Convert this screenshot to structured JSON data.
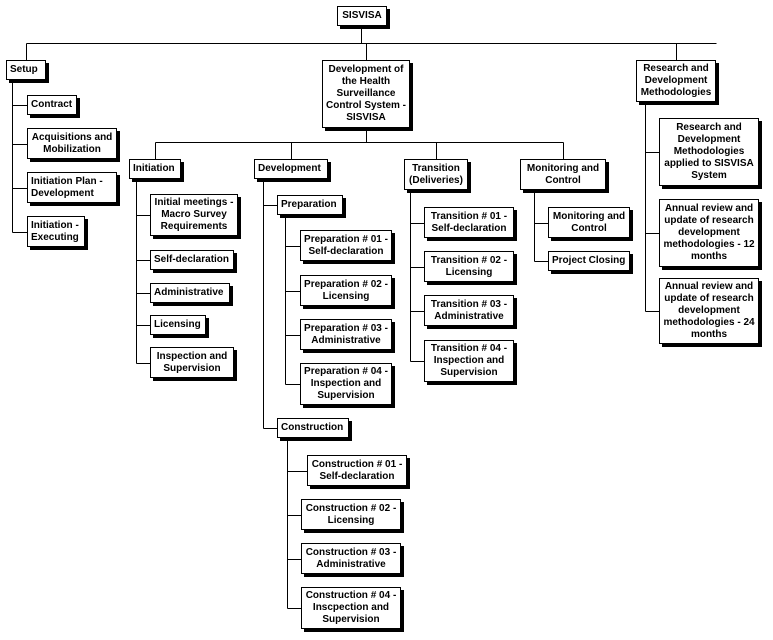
{
  "diagram": {
    "root": "SISVISA",
    "setup": {
      "title": "Setup",
      "items": [
        "Contract",
        "Acquisitions and\nMobilization",
        "Initiation Plan -\nDevelopment",
        "Initiation -\nExecuting"
      ]
    },
    "development_system": "Development of\nthe Health\nSurveillance\nControl System -\nSISVISA",
    "research": {
      "title": "Research and\nDevelopment\nMethodologies",
      "items": [
        "Research and\nDevelopment\nMethodologies\napplied to SISVISA\nSystem",
        "Annual review and\nupdate of research\ndevelopment\nmethodologies - 12\nmonths",
        "Annual review and\nupdate of research\ndevelopment\nmethodologies - 24\nmonths"
      ]
    },
    "initiation": {
      "title": "Initiation",
      "items": [
        "Initial meetings -\nMacro Survey\nRequirements",
        "Self-declaration",
        "Administrative",
        "Licensing",
        "Inspection and\nSupervision"
      ]
    },
    "development": {
      "title": "Development",
      "preparation": {
        "title": "Preparation",
        "items": [
          "Preparation # 01 -\nSelf-declaration",
          "Preparation # 02 -\nLicensing",
          "Preparation # 03 -\nAdministrative",
          "Preparation # 04 -\nInspection and\nSupervision"
        ]
      },
      "construction": {
        "title": "Construction",
        "items": [
          "Construction # 01 -\nSelf-declaration",
          "Construction # 02 -\nLicensing",
          "Construction # 03 -\nAdministrative",
          "Construction # 04 -\nInscpection and\nSupervision"
        ]
      }
    },
    "transition": {
      "title": "Transition\n(Deliveries)",
      "items": [
        "Transition # 01 -\nSelf-declaration",
        "Transition # 02 -\nLicensing",
        "Transition # 03 -\nAdministrative",
        "Transition  # 04 -\nInspection and\nSupervision"
      ]
    },
    "monitoring": {
      "title": "Monitoring and\nControl",
      "items": [
        "Monitoring and\nControl",
        "Project Closing"
      ]
    }
  }
}
